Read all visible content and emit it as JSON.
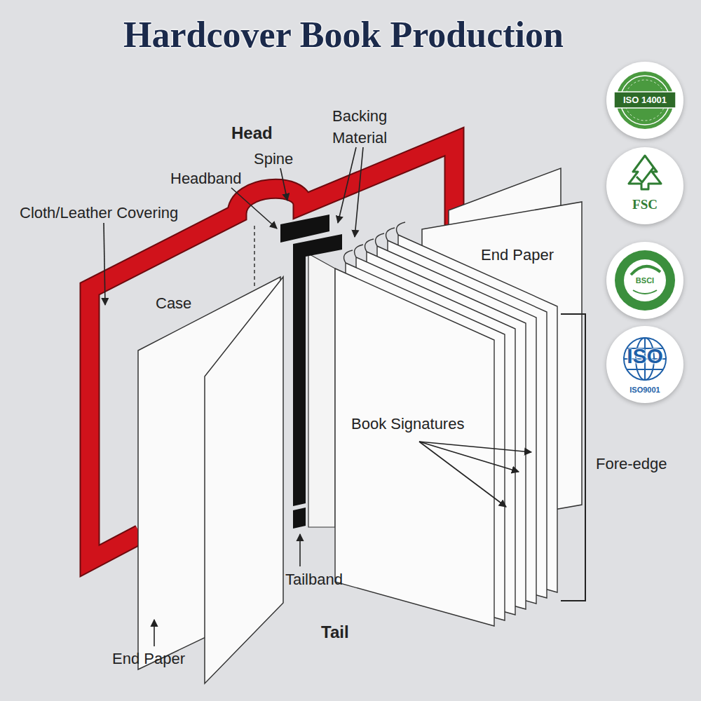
{
  "diagram": {
    "title": "Hardcover Book Production",
    "nodes": [
      {
        "text": [
          "ISO 14001"
        ]
      },
      {
        "text": [
          "FSC"
        ]
      },
      {
        "text": [
          "BSCI"
        ]
      },
      {
        "text": [
          "ISO",
          "ISO9001"
        ]
      }
    ],
    "labels": [
      "Head",
      "Backing Material",
      "Spine",
      "Headband",
      "Cloth/Leather Covering",
      "End Paper",
      "Case",
      "Book Signatures",
      "Fore-edge",
      "Tailband",
      "Tail",
      "End Paper"
    ]
  }
}
